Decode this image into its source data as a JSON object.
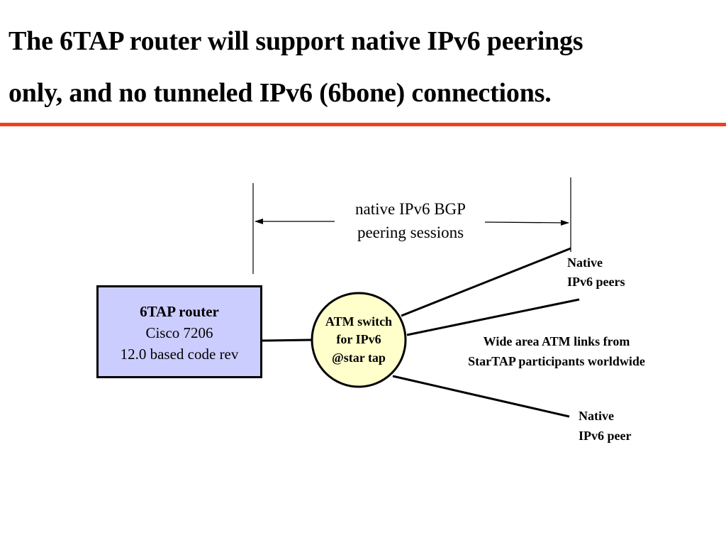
{
  "title": {
    "line1": "The 6TAP router will support native IPv6 peerings",
    "line2": "only, and no tunneled IPv6 (6bone) connections."
  },
  "colors": {
    "accent_rule": "#f0401e",
    "router_fill": "#cccdff",
    "switch_fill": "#ffffcc",
    "stroke": "#000000"
  },
  "diagram": {
    "bgp_label": {
      "line1": "native IPv6 BGP",
      "line2": "peering sessions"
    },
    "router": {
      "name": "6TAP router",
      "model": "Cisco 7206",
      "code": "12.0 based code rev"
    },
    "atm_switch": {
      "line1": "ATM switch",
      "line2": "for IPv6",
      "line3": "@star tap"
    },
    "peers_top": {
      "line1": "Native",
      "line2": "IPv6 peers"
    },
    "wan_links": {
      "line1": "Wide area ATM links from",
      "line2": "StarTAP participants worldwide"
    },
    "peer_bottom": {
      "line1": "Native",
      "line2": "IPv6 peer"
    }
  }
}
